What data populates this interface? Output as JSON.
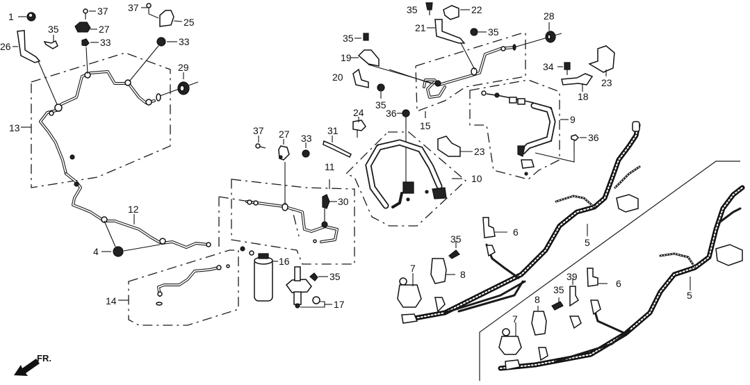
{
  "diagram": {
    "title": "Brake lines and wire harness parts diagram",
    "direction_indicator": {
      "label": "FR.",
      "icon": "front-arrow-icon"
    },
    "callouts": [
      {
        "id": "c1",
        "label": "1"
      },
      {
        "id": "c37a",
        "label": "37"
      },
      {
        "id": "c27a",
        "label": "27"
      },
      {
        "id": "c35a",
        "label": "35"
      },
      {
        "id": "c33a",
        "label": "33"
      },
      {
        "id": "c37b",
        "label": "37"
      },
      {
        "id": "c25",
        "label": "25"
      },
      {
        "id": "c33b",
        "label": "33"
      },
      {
        "id": "c26",
        "label": "26"
      },
      {
        "id": "c29",
        "label": "29"
      },
      {
        "id": "c13",
        "label": "13"
      },
      {
        "id": "c12",
        "label": "12"
      },
      {
        "id": "c4",
        "label": "4"
      },
      {
        "id": "c14",
        "label": "14"
      },
      {
        "id": "c37c",
        "label": "37"
      },
      {
        "id": "c27b",
        "label": "27"
      },
      {
        "id": "c33c",
        "label": "33"
      },
      {
        "id": "c31",
        "label": "31"
      },
      {
        "id": "c11",
        "label": "11"
      },
      {
        "id": "c30",
        "label": "30"
      },
      {
        "id": "c16",
        "label": "16"
      },
      {
        "id": "c35b",
        "label": "35"
      },
      {
        "id": "c17",
        "label": "17"
      },
      {
        "id": "c35c",
        "label": "35"
      },
      {
        "id": "c22",
        "label": "22"
      },
      {
        "id": "c21",
        "label": "21"
      },
      {
        "id": "c35d",
        "label": "35"
      },
      {
        "id": "c35e",
        "label": "35"
      },
      {
        "id": "c19",
        "label": "19"
      },
      {
        "id": "c20",
        "label": "20"
      },
      {
        "id": "c35f",
        "label": "35"
      },
      {
        "id": "c36a",
        "label": "36"
      },
      {
        "id": "c24",
        "label": "24"
      },
      {
        "id": "c15",
        "label": "15"
      },
      {
        "id": "c23a",
        "label": "23"
      },
      {
        "id": "c10",
        "label": "10"
      },
      {
        "id": "c28",
        "label": "28"
      },
      {
        "id": "c34",
        "label": "34"
      },
      {
        "id": "c23b",
        "label": "23"
      },
      {
        "id": "c18",
        "label": "18"
      },
      {
        "id": "c9",
        "label": "9"
      },
      {
        "id": "c36b",
        "label": "36"
      },
      {
        "id": "c6a",
        "label": "6"
      },
      {
        "id": "c35g",
        "label": "35"
      },
      {
        "id": "c5a",
        "label": "5"
      },
      {
        "id": "c7a",
        "label": "7"
      },
      {
        "id": "c8a",
        "label": "8"
      },
      {
        "id": "c39",
        "label": "39"
      },
      {
        "id": "c35h",
        "label": "35"
      },
      {
        "id": "c6b",
        "label": "6"
      },
      {
        "id": "c8b",
        "label": "8"
      },
      {
        "id": "c5b",
        "label": "5"
      },
      {
        "id": "c7b",
        "label": "7"
      }
    ]
  }
}
